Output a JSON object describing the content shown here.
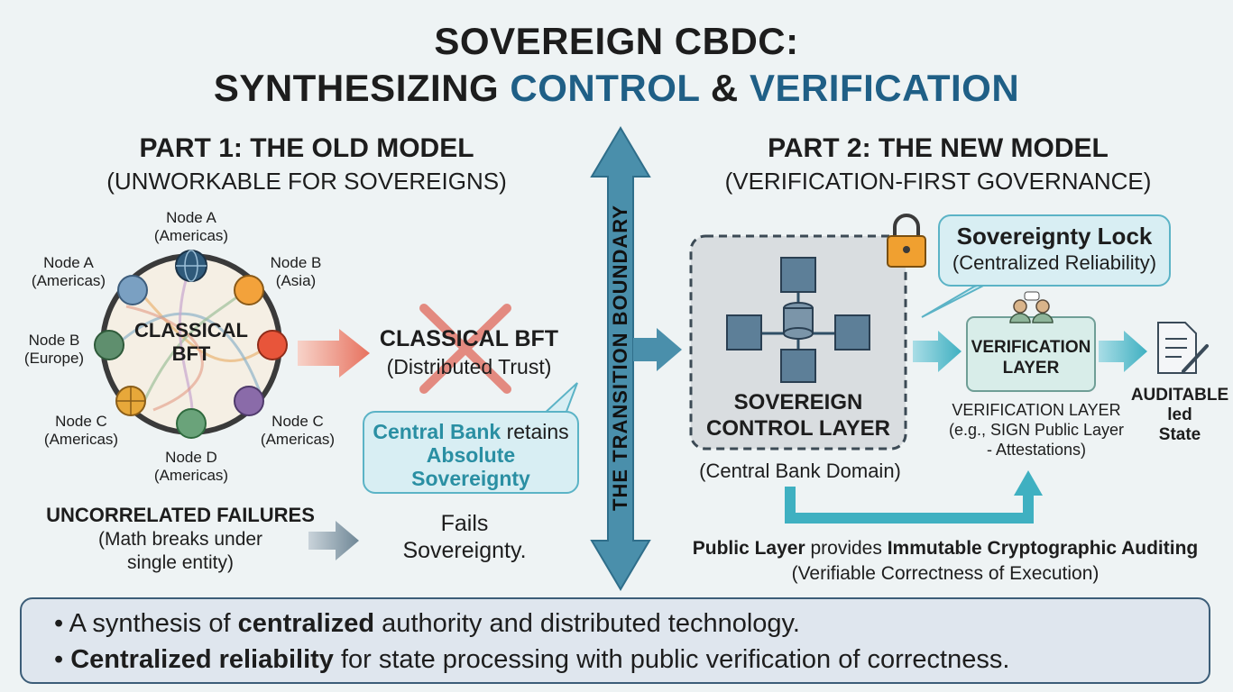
{
  "title": {
    "line1": "SOVEREIGN CBDC:",
    "line2_prefix": "SYNTHESIZING ",
    "line2_control": "CONTROL",
    "line2_amp": " & ",
    "line2_verification": "VERIFICATION"
  },
  "part1": {
    "heading": "PART 1: THE OLD MODEL",
    "subheading": "(UNWORKABLE FOR SOVEREIGNS)",
    "center_line1": "CLASSICAL",
    "center_line2": "BFT",
    "nodes": [
      {
        "name": "Node A",
        "region": "(Americas)"
      },
      {
        "name": "Node B",
        "region": "(Asia)"
      },
      {
        "name": "Node A",
        "region": "(Americas)"
      },
      {
        "name": "Node B",
        "region": "(Europe)"
      },
      {
        "name": "Node C",
        "region": "(Americas)"
      },
      {
        "name": "Node D",
        "region": "(Americas)"
      },
      {
        "name": "Node C",
        "region": "(Americas)"
      }
    ],
    "crossed_title": "CLASSICAL BFT",
    "crossed_sub": "(Distributed Trust)",
    "bubble_highlight": "Central Bank",
    "bubble_rest": " retains",
    "bubble_line2": "Absolute",
    "bubble_line3": "Sovereignty",
    "failures_title": "UNCORRELATED FAILURES",
    "failures_line2": "(Math breaks under",
    "failures_line3": "single entity)",
    "fails_line1": "Fails",
    "fails_line2": "Sovereignty."
  },
  "boundary": {
    "label": "THE TRANSITION BOUNDARY"
  },
  "part2": {
    "heading": "PART 2: THE NEW MODEL",
    "subheading": "(VERIFICATION-FIRST GOVERNANCE)",
    "lock_title": "Sovereignty Lock",
    "lock_sub": "(Centralized Reliability)",
    "control_line1": "SOVEREIGN",
    "control_line2": "CONTROL LAYER",
    "control_caption": "(Central Bank Domain)",
    "verif_box_line1": "VERIFICATION",
    "verif_box_line2": "LAYER",
    "verif_caption_line1": "VERIFICATION LAYER",
    "verif_caption_line2": "(e.g., SIGN Public Layer",
    "verif_caption_line3": "- Attestations)",
    "auditable_line1": "AUDITABLE",
    "auditable_line2": "led",
    "auditable_line3": "State",
    "public_bold1": "Public Layer",
    "public_mid": " provides ",
    "public_bold2": "Immutable Cryptographic Auditing",
    "public_line2": "(Verifiable Correctness of Execution)"
  },
  "summary": {
    "b1_pre": "A synthesis of ",
    "b1_bold": "centralized",
    "b1_post": " authority and distributed technology.",
    "b2_bold": "Centralized reliability",
    "b2_post": " for state processing with public verification of correctness."
  },
  "colors": {
    "accent": "#1f5f86",
    "arrow": "#4a8fab",
    "teal": "#3fb0c1",
    "cross": "#e0685a"
  }
}
